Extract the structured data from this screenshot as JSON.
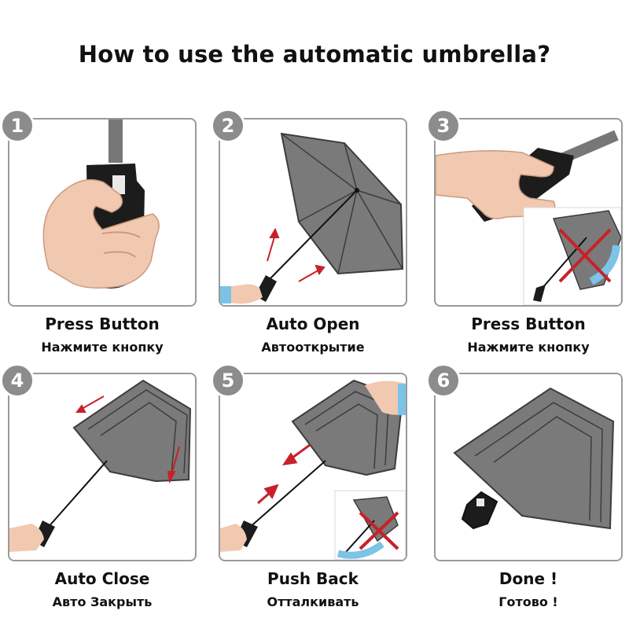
{
  "title": "How to use the automatic umbrella?",
  "steps": [
    {
      "number": "1",
      "label": "Press Button",
      "label_ru": "Нажмите кнопку"
    },
    {
      "number": "2",
      "label": "Auto Open",
      "label_ru": "Автооткрытие"
    },
    {
      "number": "3",
      "label": "Press Button",
      "label_ru": "Нажмите кнопку"
    },
    {
      "number": "4",
      "label": "Auto Close",
      "label_ru": "Авто Закрыть"
    },
    {
      "number": "5",
      "label": "Push Back",
      "label_ru": "Отталкивать"
    },
    {
      "number": "6",
      "label": "Done !",
      "label_ru": "Готово !"
    }
  ],
  "colors": {
    "canopy": "#7a7a7a",
    "handle": "#1c1c1c",
    "skin": "#f1c9b1",
    "sleeve": "#7cc3e6",
    "arrow": "#c8202a",
    "badge": "#8c8c8c",
    "border": "#9a9a9a"
  }
}
